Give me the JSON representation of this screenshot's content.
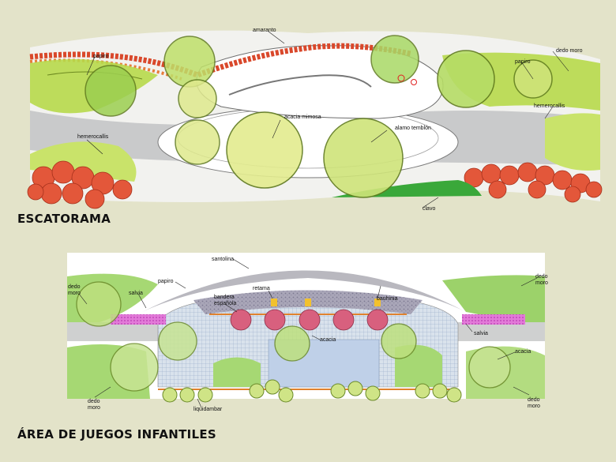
{
  "plans": [
    {
      "title": "ESCATORAMA",
      "labels": {
        "amaranto": "amaranto",
        "papiro_left": "papiro",
        "papiro_right": "papiro",
        "dedo_moro": "dedo moro",
        "hemerocallis_left": "hemerocallis",
        "hemerocallis_right": "hemerocallis",
        "acacia_mimosa": "acacia mimosa",
        "alamo_temblon": "alamo temblón",
        "clavo": "clavo"
      }
    },
    {
      "title": "ÁREA DE JUEGOS INFANTILES",
      "labels": {
        "santolina": "santolina",
        "dedo_moro_top_left_1": "dedo",
        "dedo_moro_top_left_2": "moro",
        "papiro": "papiro",
        "salvia_left": "salvia",
        "retama": "retama",
        "bandera_1": "bandera",
        "bandera_2": "española",
        "bauhinia": "bauhinia",
        "dedo_moro_top_right_1": "dedo",
        "dedo_moro_top_right_2": "moro",
        "salvia_right": "salvia",
        "acacia_center": "acacia",
        "acacia_right": "acacia",
        "dedo_moro_bottom_left_1": "dedo",
        "dedo_moro_bottom_left_2": "moro",
        "liquidambar": "liquidambar",
        "dedo_moro_bottom_right_1": "dedo",
        "dedo_moro_bottom_right_2": "moro"
      }
    }
  ]
}
